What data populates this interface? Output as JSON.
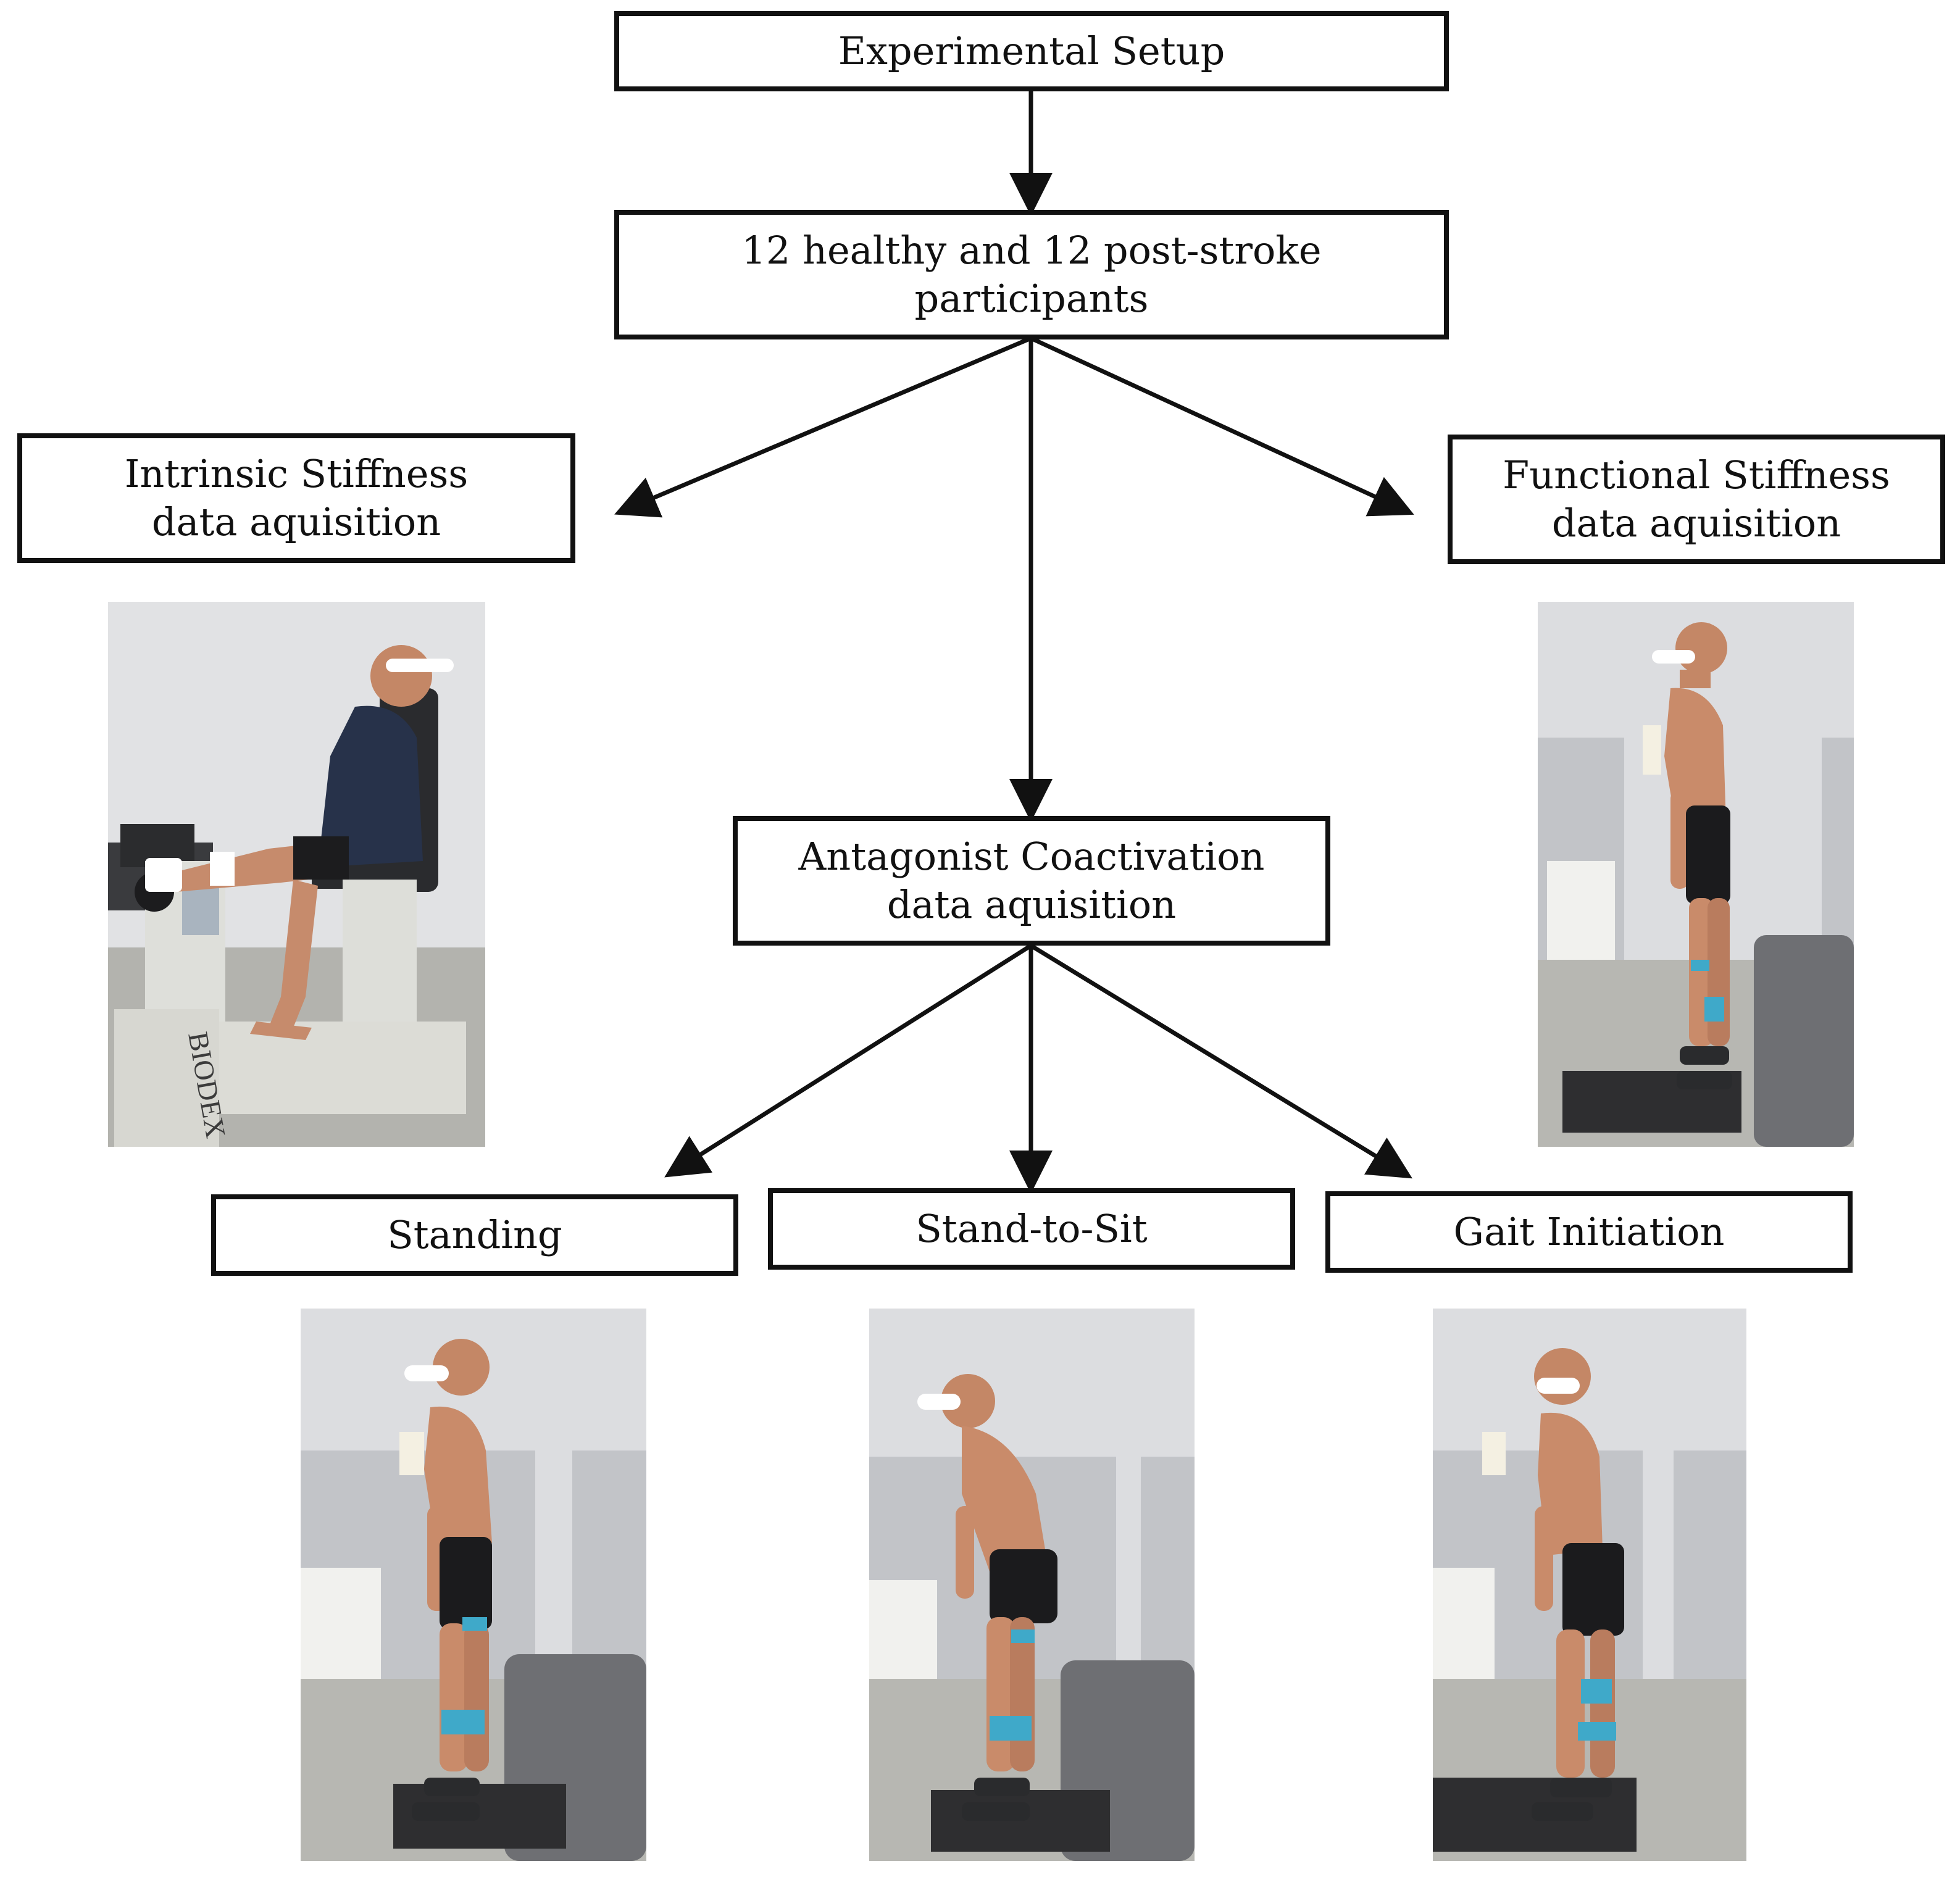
{
  "nodes": {
    "setup": {
      "lines": [
        "Experimental Setup"
      ]
    },
    "participants": {
      "lines": [
        "12 healthy and 12 post-stroke",
        "participants"
      ]
    },
    "intrinsic": {
      "lines": [
        "Intrinsic Stiffness",
        "data aquisition"
      ]
    },
    "functional": {
      "lines": [
        "Functional Stiffness",
        "data aquisition"
      ]
    },
    "coactivation": {
      "lines": [
        "Antagonist Coactivation",
        "data aquisition"
      ]
    },
    "standing": {
      "lines": [
        "Standing"
      ]
    },
    "standtosit": {
      "lines": [
        "Stand-to-Sit"
      ]
    },
    "gait": {
      "lines": [
        "Gait Initiation"
      ]
    }
  },
  "edges": [
    {
      "from": "setup",
      "to": "participants"
    },
    {
      "from": "participants",
      "to": "intrinsic"
    },
    {
      "from": "participants",
      "to": "coactivation"
    },
    {
      "from": "participants",
      "to": "functional"
    },
    {
      "from": "coactivation",
      "to": "standing"
    },
    {
      "from": "coactivation",
      "to": "standtosit"
    },
    {
      "from": "coactivation",
      "to": "gait"
    }
  ],
  "photos": {
    "biodex": {
      "machine_label": "BIODEX"
    }
  },
  "colors": {
    "stroke": "#111111",
    "wall": "#dcdde0",
    "floor": "#b9b9b5",
    "skin": "#c98b6a",
    "shorts": "#1b1b1d",
    "tape": "#3fa9c9",
    "mat": "#2e2e30",
    "bench": "#6e6f73"
  }
}
